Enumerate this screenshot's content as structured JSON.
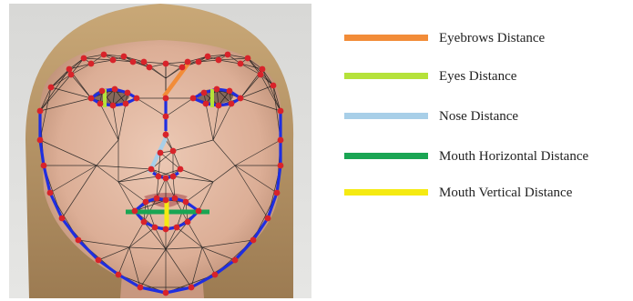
{
  "legend": {
    "items": [
      {
        "label": "Eyebrows Distance",
        "color": "#f28c38"
      },
      {
        "label": "Eyes Distance",
        "color": "#b5e23a"
      },
      {
        "label": "Nose Distance",
        "color": "#a8cfe8"
      },
      {
        "label": "Mouth Horizontal Distance",
        "color": "#1aa553"
      },
      {
        "label": "Mouth Vertical Distance",
        "color": "#f5ea12"
      }
    ]
  },
  "mesh": {
    "outline_color": "#1f2ee0",
    "landmark_color": "#d8232a",
    "edge_color": "#1a1a1a"
  }
}
